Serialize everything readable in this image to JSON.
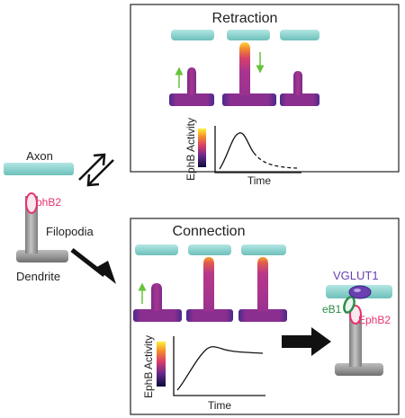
{
  "left_panel": {
    "axon_label": "Axon",
    "receptor_label": "EphB2",
    "filopodia_label": "Filopodia",
    "dendrite_label": "Dendrite"
  },
  "retraction_panel": {
    "title": "Retraction",
    "plot": {
      "y_label": "EphB Activity",
      "x_label": "Time"
    }
  },
  "connection_panel": {
    "title": "Connection",
    "plot": {
      "y_label": "EphB Activity",
      "x_label": "Time"
    },
    "synapse": {
      "vglut_label": "VGLUT1",
      "eb1_label": "eB1",
      "ephb2_label": "EphB2"
    }
  },
  "colors": {
    "axon": "#8fd3cf",
    "shaft": "#a0308c",
    "receptor_red": "#e6336c",
    "vglut": "#6a3fb0",
    "eb1": "#2a8c4a",
    "green_arrow": "#66c33a",
    "dendrite_gray": "#9a9a9a",
    "panel_border": "#333333"
  },
  "icons": [
    "green-up-arrow-icon",
    "green-down-arrow-icon",
    "black-arrow-icon",
    "equilibrium-arrows-icon"
  ]
}
